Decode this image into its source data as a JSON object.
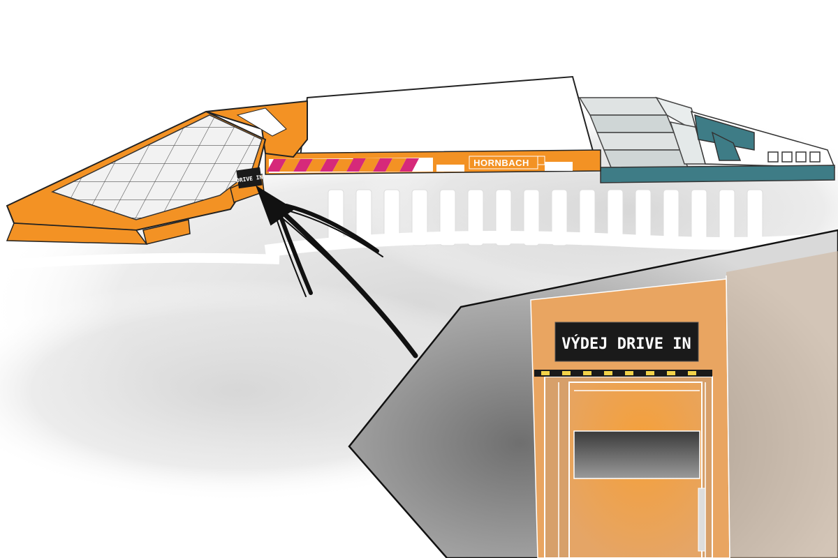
{
  "store": {
    "brand_label": "HORNBACH",
    "small_sign_label": "DRIVE IN"
  },
  "inset": {
    "sign_label": "VÝDEJ DRIVE IN"
  },
  "colors": {
    "accent_orange": "#f39224",
    "magenta": "#d6297a",
    "teal": "#3e7c86",
    "sign_black": "#1a1a1a"
  },
  "icons": {
    "arrow": "pointer-arrow-icon"
  }
}
